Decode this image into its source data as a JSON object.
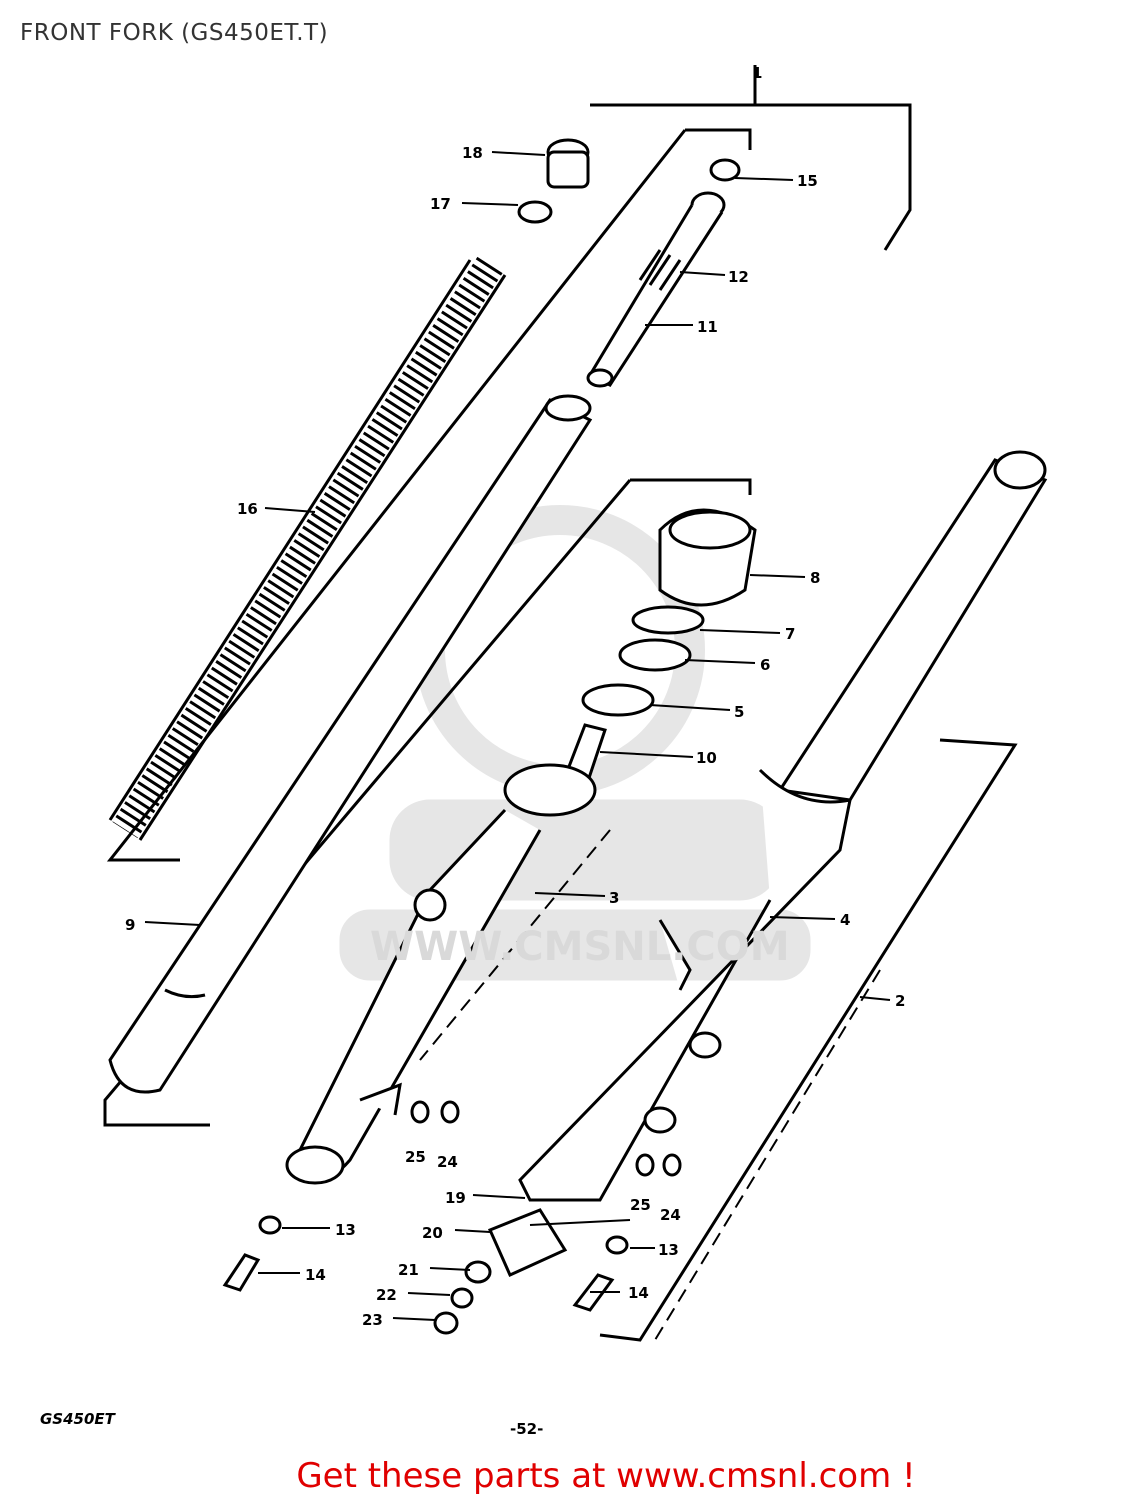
{
  "header": {
    "title": "FRONT FORK (GS450ET.T)"
  },
  "diagram": {
    "labels": [
      "1",
      "18",
      "17",
      "15",
      "12",
      "11",
      "16",
      "8",
      "7",
      "6",
      "5",
      "10",
      "3",
      "4",
      "9",
      "2",
      "25",
      "24",
      "19",
      "20",
      "13",
      "14",
      "21",
      "22",
      "23",
      "25",
      "24",
      "13",
      "14"
    ],
    "watermark": "WWW.CMSNL.COM"
  },
  "footer": {
    "model": "GS450ET",
    "page": "-52-",
    "cta": "Get these parts at www.cmsnl.com !"
  },
  "colors": {
    "accent": "#e00000",
    "ink": "#000000",
    "watermark": "#e6e6e6"
  }
}
